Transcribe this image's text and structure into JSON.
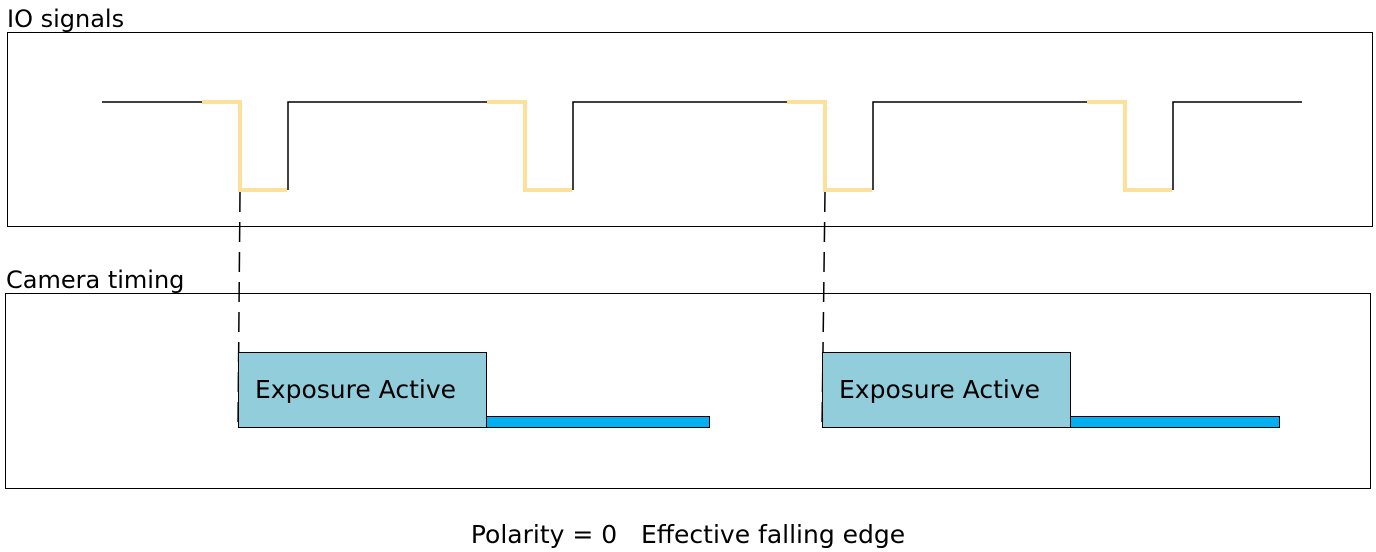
{
  "io_panel": {
    "title": "IO signals"
  },
  "camera_panel": {
    "title": "Camera timing",
    "exposure_label_1": "Exposure Active",
    "exposure_label_2": "Exposure Active"
  },
  "caption": {
    "polarity": "Polarity = 0",
    "edge": "Effective falling edge"
  },
  "colors": {
    "signal_line": "#000000",
    "signal_highlight": "#FDE19A",
    "exposure_fill": "#92CDDC",
    "readout_fill": "#00B0F0",
    "panel_border": "#000000"
  }
}
